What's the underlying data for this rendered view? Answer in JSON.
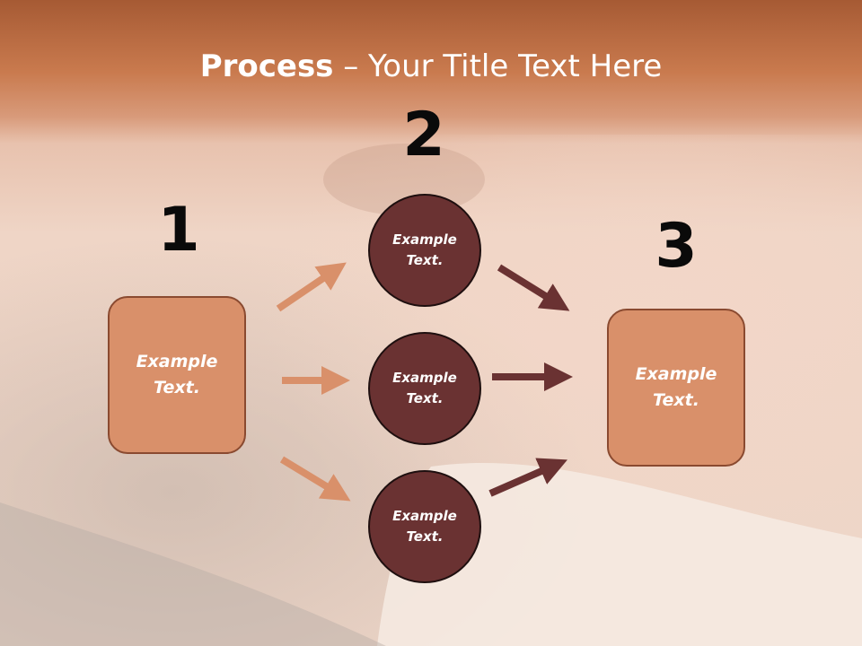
{
  "title": {
    "bold": "Process",
    "rest": " – Your Title Text Here"
  },
  "steps": [
    {
      "number": "1",
      "box_text": "Example Text."
    },
    {
      "number": "2",
      "circles": [
        "Example Text.",
        "Example Text.",
        "Example Text."
      ]
    },
    {
      "number": "3",
      "box_text": "Example Text."
    }
  ],
  "colors": {
    "title_band": "#c97a4e",
    "box_fill": "#d9906a",
    "circle_fill": "#6a3232",
    "arrow_light": "#d9906a",
    "arrow_dark": "#6a3232"
  }
}
